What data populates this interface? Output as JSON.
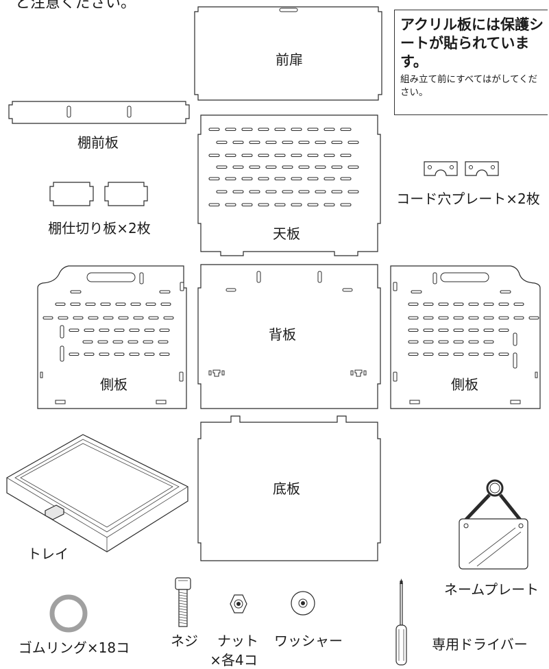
{
  "header_fragment": "と注意ください。",
  "note": {
    "heading": "アクリル板には保護シートが貼られています。",
    "detail": "組み立て前にすべてはがしてください。"
  },
  "parts": {
    "front_door": "前扉",
    "shelf_front": "棚前板",
    "shelf_divider": "棚仕切り板×2枚",
    "top_board": "天板",
    "cord_plate": "コード穴プレート×2枚",
    "side_left": "側板",
    "back_board": "背板",
    "side_right": "側板",
    "bottom_board": "底板",
    "tray": "トレイ",
    "name_plate": "ネームプレート",
    "rubber_ring": "ゴムリング×18コ",
    "screw": "ネジ",
    "nut": "ナット",
    "washer": "ワッシャー",
    "each_count": "×各4コ",
    "driver": "専用ドライバー"
  }
}
